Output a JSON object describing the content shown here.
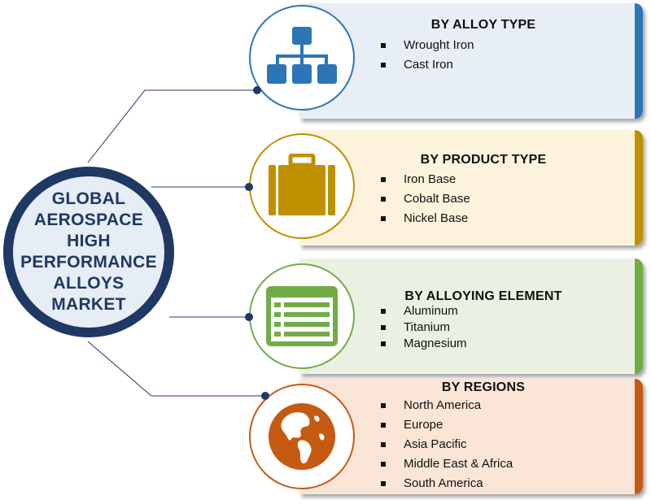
{
  "hub": {
    "title": "GLOBAL\nAEROSPACE\nHIGH\nPERFORMANCE\nALLOYS\nMARKET"
  },
  "colors": {
    "hub_ring": "#1f3864",
    "hub_fill": "#e6edf5",
    "connector": "#1f3864"
  },
  "segments": [
    {
      "title": "BY ALLOY TYPE",
      "icon": "hierarchy-icon",
      "accent": "#2e75b6",
      "fill": "#e8eef6",
      "items": [
        "Wrought Iron",
        "Cast Iron"
      ]
    },
    {
      "title": "BY PRODUCT TYPE",
      "icon": "briefcase-icon",
      "accent": "#bf9000",
      "fill": "#fdf3dc",
      "items": [
        "Iron Base",
        "Cobalt Base",
        "Nickel Base"
      ]
    },
    {
      "title": "BY ALLOYING ELEMENT",
      "icon": "list-icon",
      "accent": "#70ad47",
      "fill": "#eaf1e3",
      "items": [
        "Aluminum",
        "Titanium",
        "Magnesium"
      ]
    },
    {
      "title": "BY REGIONS",
      "icon": "globe-icon",
      "accent": "#c55a11",
      "fill": "#fbe5d6",
      "items": [
        "North America",
        "Europe",
        "Asia Pacific",
        "Middle East & Africa",
        "South America"
      ]
    }
  ]
}
